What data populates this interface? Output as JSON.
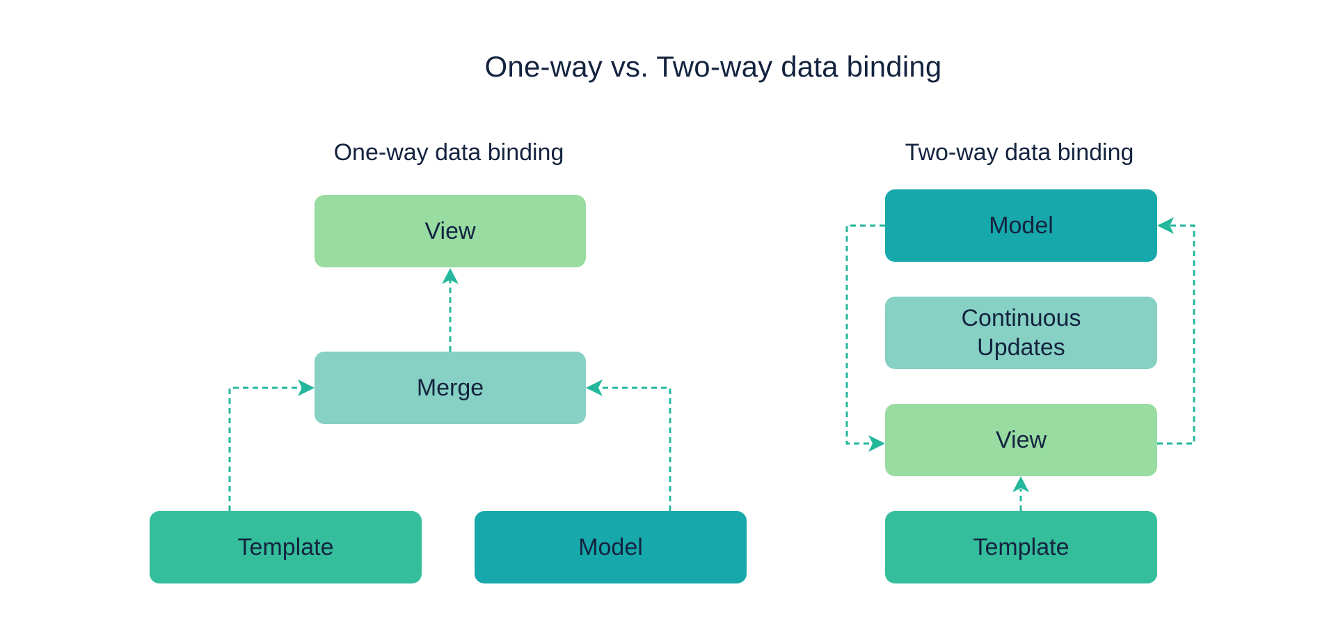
{
  "title": "One-way vs. Two-way data binding",
  "one_way": {
    "heading": "One-way data binding",
    "view": "View",
    "merge": "Merge",
    "template": "Template",
    "model": "Model"
  },
  "two_way": {
    "heading": "Two-way data binding",
    "model": "Model",
    "continuous_updates": "Continuous\nUpdates",
    "view": "View",
    "template": "Template"
  },
  "colors": {
    "light_green": "#98dca2",
    "pale_teal": "#86d0c4",
    "mid_green": "#34be9b",
    "dark_teal": "#17a8ab",
    "arrow": "#23b79b",
    "text": "#14233f"
  }
}
